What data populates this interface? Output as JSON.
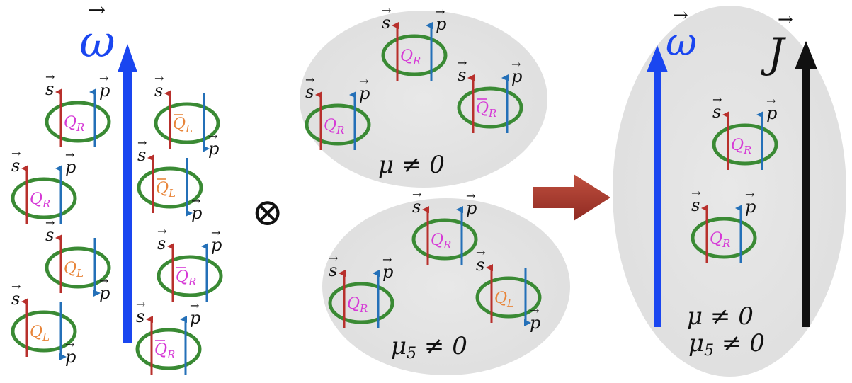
{
  "symbols": {
    "omega": "ω",
    "J": "J",
    "s": "s",
    "p": "p",
    "arrow_accent": "→",
    "tensor": "⊗",
    "bar": "‾"
  },
  "labels": {
    "QR": {
      "letter": "Q",
      "sub": "R"
    },
    "QL": {
      "letter": "Q",
      "sub": "L"
    },
    "QbarR": {
      "letter": "Q",
      "sub": "R",
      "bar": true
    },
    "QbarL": {
      "letter": "Q",
      "sub": "L",
      "bar": true
    }
  },
  "conditions": {
    "mu_nonzero": "μ ≠ 0",
    "mu5_nonzero_base": "μ",
    "mu5_sub": "5",
    "mu5_rest": " ≠ 0"
  },
  "colors": {
    "omega_blue": "#1a46f0",
    "spin_red": "#b8302c",
    "momentum_blue": "#2470b8",
    "ring_green": "#3a8a34",
    "right_handed_magenta": "#d63ad6",
    "left_handed_orange": "#e8853a",
    "bubble_gray": "#e6e6e6",
    "big_arrow_red": "#b84033",
    "tensor_red": "#c8302c",
    "current_black": "#111111"
  },
  "panels": [
    {
      "name": "vortical-fluid",
      "particles": [
        {
          "type": "QR",
          "p_dir": "up"
        },
        {
          "type": "QbarL",
          "p_dir": "down"
        },
        {
          "type": "QR",
          "p_dir": "up"
        },
        {
          "type": "QbarL",
          "p_dir": "down"
        },
        {
          "type": "QL",
          "p_dir": "down"
        },
        {
          "type": "QbarR",
          "p_dir": "up"
        },
        {
          "type": "QL",
          "p_dir": "down"
        },
        {
          "type": "QbarR",
          "p_dir": "up"
        }
      ]
    },
    {
      "name": "chemical-potential-bubble",
      "condition": "mu_nonzero",
      "particles": [
        {
          "type": "QR",
          "p_dir": "up"
        },
        {
          "type": "QR",
          "p_dir": "up"
        },
        {
          "type": "QbarR",
          "p_dir": "up"
        }
      ]
    },
    {
      "name": "chiral-chemical-potential-bubble",
      "condition": "mu5_nonzero",
      "particles": [
        {
          "type": "QR",
          "p_dir": "up"
        },
        {
          "type": "QR",
          "p_dir": "up"
        },
        {
          "type": "QL",
          "p_dir": "down"
        }
      ]
    },
    {
      "name": "result-bubble",
      "conditions": [
        "mu_nonzero",
        "mu5_nonzero"
      ],
      "particles": [
        {
          "type": "QR",
          "p_dir": "up"
        },
        {
          "type": "QR",
          "p_dir": "up"
        }
      ]
    }
  ]
}
